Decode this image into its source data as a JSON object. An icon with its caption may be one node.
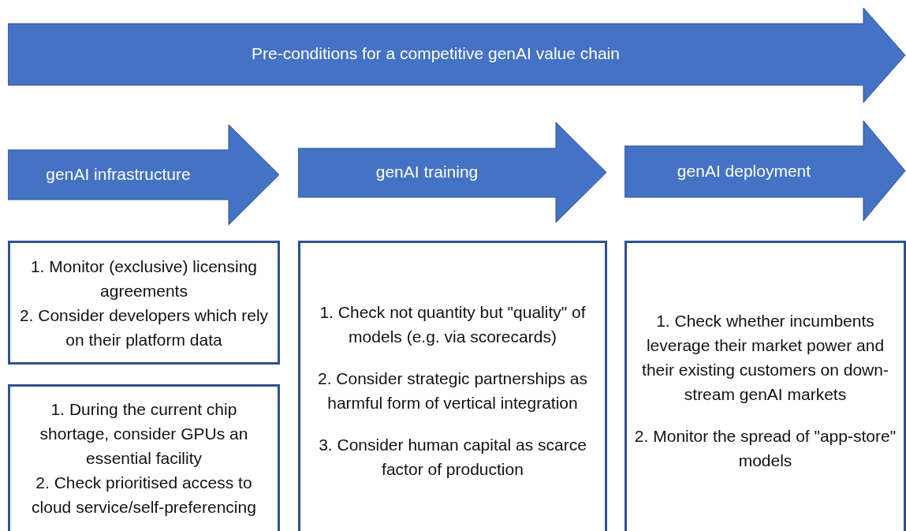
{
  "diagram": {
    "nodes": [
      {
        "text": [
          "Pre-conditions for a competitive genAI value chain"
        ]
      },
      {
        "text": [
          "genAI infrastructure"
        ]
      },
      {
        "text": [
          "genAI training"
        ]
      },
      {
        "text": [
          "genAI deployment"
        ]
      },
      {
        "text": [
          "1. Monitor (exclusive) licensing agreements",
          "2. Consider developers which rely on their platform data"
        ]
      },
      {
        "text": [
          "1. During the current chip shortage, consider GPUs an essential facility",
          "2. Check prioritised access to cloud service/self-preferencing"
        ]
      },
      {
        "text": [
          "1. Check not quantity but \"quality\" of models (e.g. via scorecards)",
          "2. Consider strategic partnerships as harmful form of vertical integration",
          "3. Consider human capital as scarce factor of production"
        ]
      },
      {
        "text": [
          "1. Check whether incumbents leverage their market power and their existing customers on down-stream genAI markets",
          "2. Monitor the spread of \"app-store\" models"
        ]
      }
    ]
  }
}
